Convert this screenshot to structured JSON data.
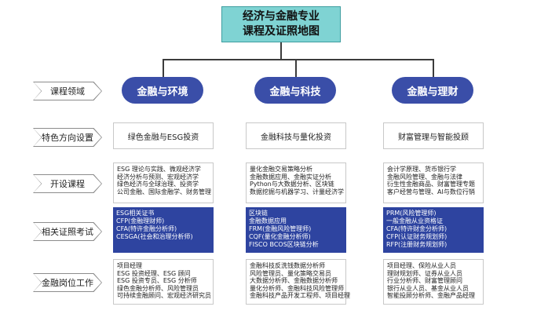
{
  "title": {
    "line1": "经济与金融专业",
    "line2": "课程及证照地图"
  },
  "row_labels": [
    "课程领域",
    "特色方向设置",
    "开设课程",
    "相关证照考试",
    "金融岗位工作"
  ],
  "columns": [
    {
      "domain": "金融与环境",
      "feature": "绿色金融与ESG投资",
      "courses": [
        "ESG 理论与实践、微观经济学",
        "经济分析与预测、宏观经济学",
        "绿色经济与全球治理、投资学",
        "公司金融、国际金融学、财务管理"
      ],
      "certs": [
        "ESG相关证书",
        "CFP(金融理财师)",
        "CFA(特许金融分析师)",
        "CESGA(社会和治理分析师)"
      ],
      "jobs": [
        "项目经理",
        "ESG 投资经理、ESG 顾问",
        "ESG 投资专员、ESG 分析师",
        "绿色金融分析师、风险管理员",
        "可持续金融顾问、宏观经济研究员"
      ]
    },
    {
      "domain": "金融与科技",
      "feature": "金融科技与量化投资",
      "courses": [
        "量化金融交易策略分析",
        "金融数据应用、金融实证分析",
        "Python与大数据分析、区块链",
        "数据挖掘与机器学习、计量经济学"
      ],
      "certs": [
        "区块链",
        "金融数据应用",
        "FRM(金融风险管理师)",
        "CQF(量化金融分析师)",
        "FISCO BCOS区块链分析"
      ],
      "jobs": [
        "金融科技反洗钱数据分析师",
        "风险管理员、量化策略交易员",
        "大数据分析师、金融数据分析师",
        "量化分析师、金融科技风险管理师",
        "金融科技产品开发工程师、项目经理"
      ]
    },
    {
      "domain": "金融与理财",
      "feature": "财富管理与智能投顾",
      "courses": [
        "会计学原理、货币银行学",
        "金融风险管理、金融与法律",
        "衍生性金融商品、财富管理专题",
        "客户经营与管理、AI与数位行销"
      ],
      "certs": [
        "PRM(风险管理师)",
        "一般金融从业资格证",
        "CFA(特许财金分析师)",
        "CFP(认证财务规划师)",
        "RFP(注册财务规划师)"
      ],
      "jobs": [
        "项目经理、保险从业人员",
        "理财规划师、证券从业人员",
        "行业分析师、财富管理顾问",
        "银行从业人员、基金从业人员",
        "智能投顾分析师、金融产品经理"
      ]
    }
  ]
}
